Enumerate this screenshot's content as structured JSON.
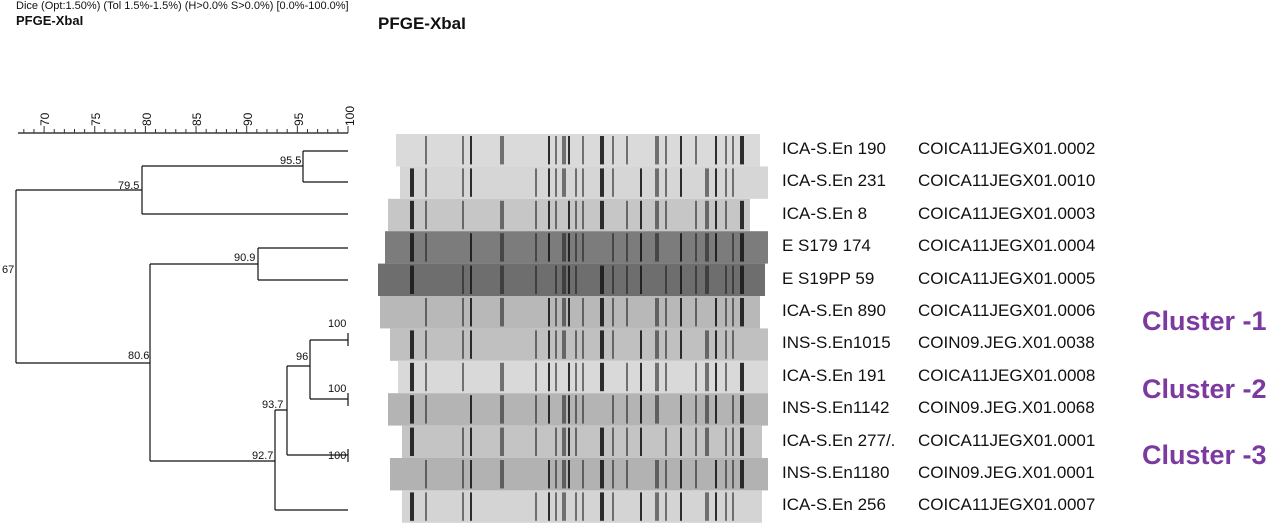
{
  "header": {
    "params": "Dice (Opt:1.50%) (Tol 1.5%-1.5%) (H>0.0% S>0.0%) [0.0%-100.0%]",
    "title_left": "PFGE-XbaI",
    "title_center": "PFGE-XbaI"
  },
  "scale": {
    "ticks": [
      "70",
      "75",
      "80",
      "85",
      "90",
      "95",
      "100"
    ]
  },
  "nodes": {
    "n1": "95.5",
    "n2": "79.5",
    "n3": "90.9",
    "n4": "67",
    "n5": "100",
    "n6": "96",
    "n7": "100",
    "n8": "80.6",
    "n9": "93.7",
    "n10": "100",
    "n11": "92.7"
  },
  "isolates": [
    {
      "name": "ICA-S.En 190",
      "code": "COICA11JEGX01.0002"
    },
    {
      "name": "ICA-S.En 231",
      "code": "COICA11JEGX01.0010"
    },
    {
      "name": "ICA-S.En 8",
      "code": "COICA11JEGX01.0003"
    },
    {
      "name": "E S179 174",
      "code": "COICA11JEGX01.0004"
    },
    {
      "name": "E S19PP 59",
      "code": "COICA11JEGX01.0005"
    },
    {
      "name": "ICA-S.En 890",
      "code": "COICA11JEGX01.0006"
    },
    {
      "name": "INS-S.En1015",
      "code": "COIN09.JEG.X01.0038"
    },
    {
      "name": "ICA-S.En 191",
      "code": "COICA11JEGX01.0008"
    },
    {
      "name": "INS-S.En1142",
      "code": "COIN09.JEG.X01.0068"
    },
    {
      "name": "ICA-S.En 277/.",
      "code": "COICA11JEGX01.0001"
    },
    {
      "name": "INS-S.En1180",
      "code": "COIN09.JEG.X01.0001"
    },
    {
      "name": "ICA-S.En 256",
      "code": "COICA11JEGX01.0007"
    }
  ],
  "clusters": [
    {
      "label": "Cluster -1"
    },
    {
      "label": "Cluster -2"
    },
    {
      "label": "Cluster -3"
    }
  ],
  "colors": {
    "cluster": "#7b3aa0",
    "line": "#111111"
  }
}
